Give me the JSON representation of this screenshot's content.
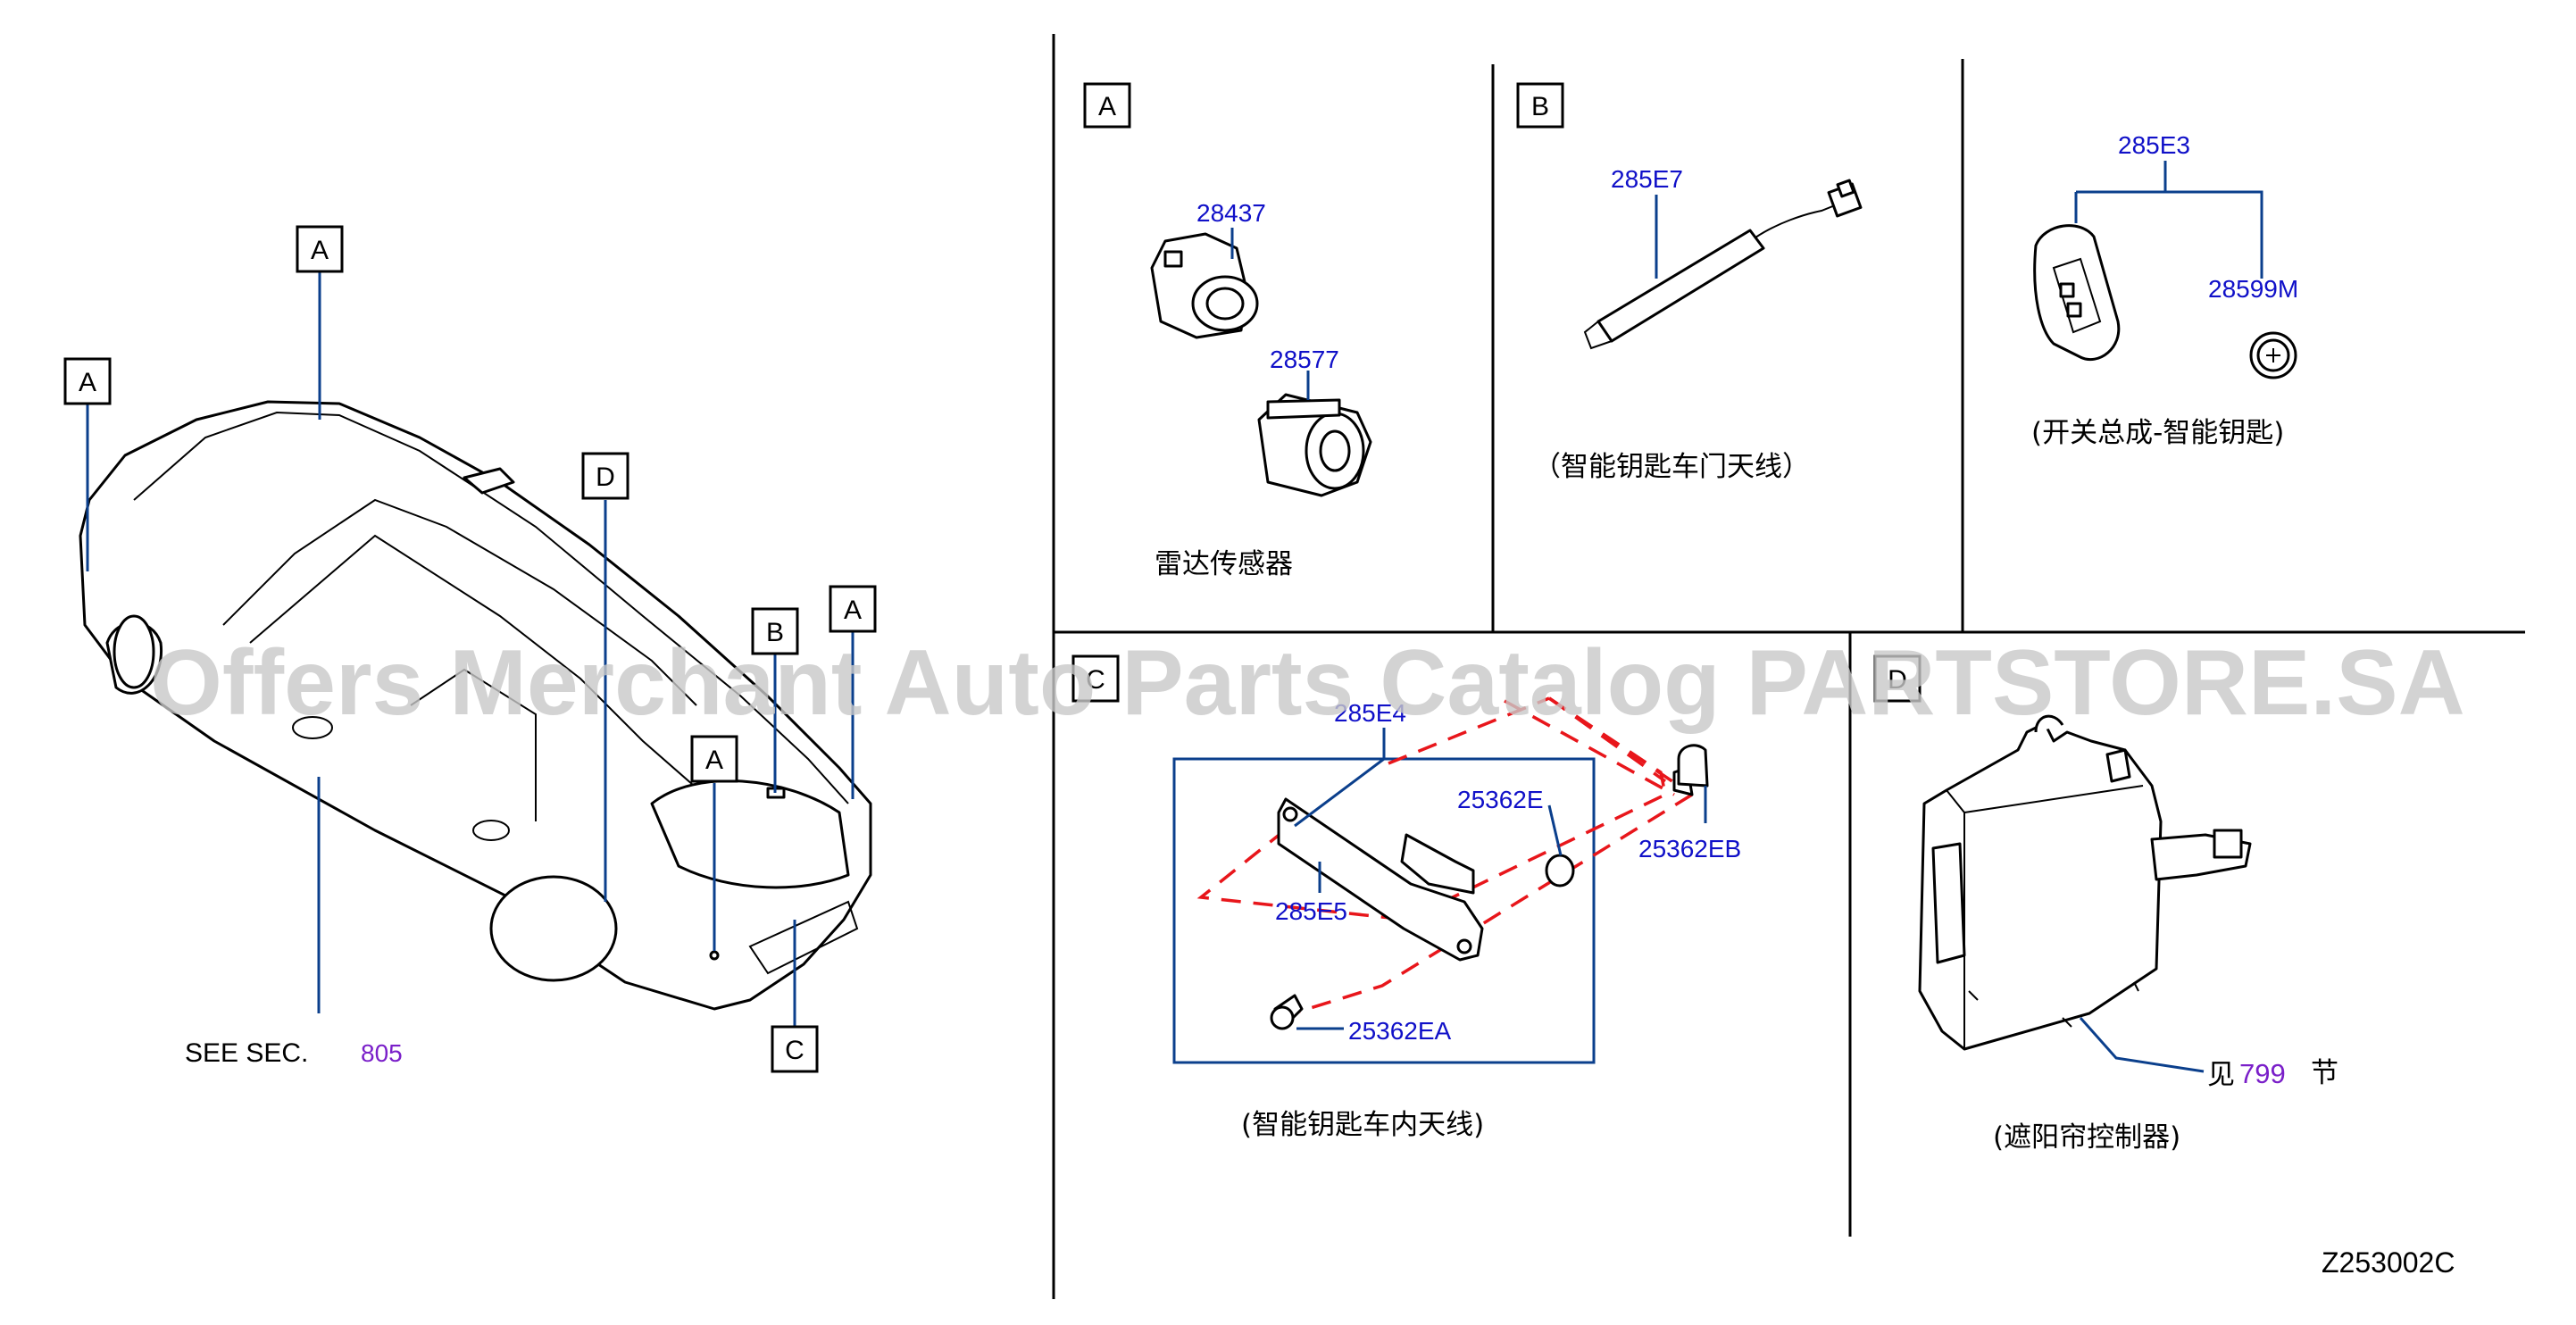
{
  "watermark": "Offers Merchant Auto Parts Catalog PARTSTORE.SA",
  "drawing_code": "Z253002C",
  "overview": {
    "callouts": [
      "A",
      "A",
      "D",
      "B",
      "A",
      "A",
      "C"
    ],
    "see_text": "SEE SEC.",
    "see_number": "805"
  },
  "sections": {
    "A": {
      "letter": "A",
      "parts": [
        "28437",
        "28577"
      ],
      "caption": "雷达传感器"
    },
    "B": {
      "letter": "B",
      "parts": [
        "285E7"
      ],
      "caption": "（智能钥匙车门天线）"
    },
    "key": {
      "parts": [
        "285E3",
        "28599M"
      ],
      "caption": "(开关总成-智能钥匙)"
    },
    "C": {
      "letter": "C",
      "parts": [
        "285E4",
        "25362E",
        "25362EB",
        "285E5",
        "25362EA"
      ],
      "caption": "(智能钥匙车内天线)"
    },
    "D": {
      "letter": "D",
      "ref_prefix": "见",
      "ref_number": "799",
      "ref_suffix": "节",
      "caption": "(遮阳帘控制器)"
    }
  },
  "colors": {
    "part_number": "#1010c8",
    "section_ref": "#7a1fc9",
    "leader": "#0b3f8c",
    "dashed": "#e8161b"
  }
}
